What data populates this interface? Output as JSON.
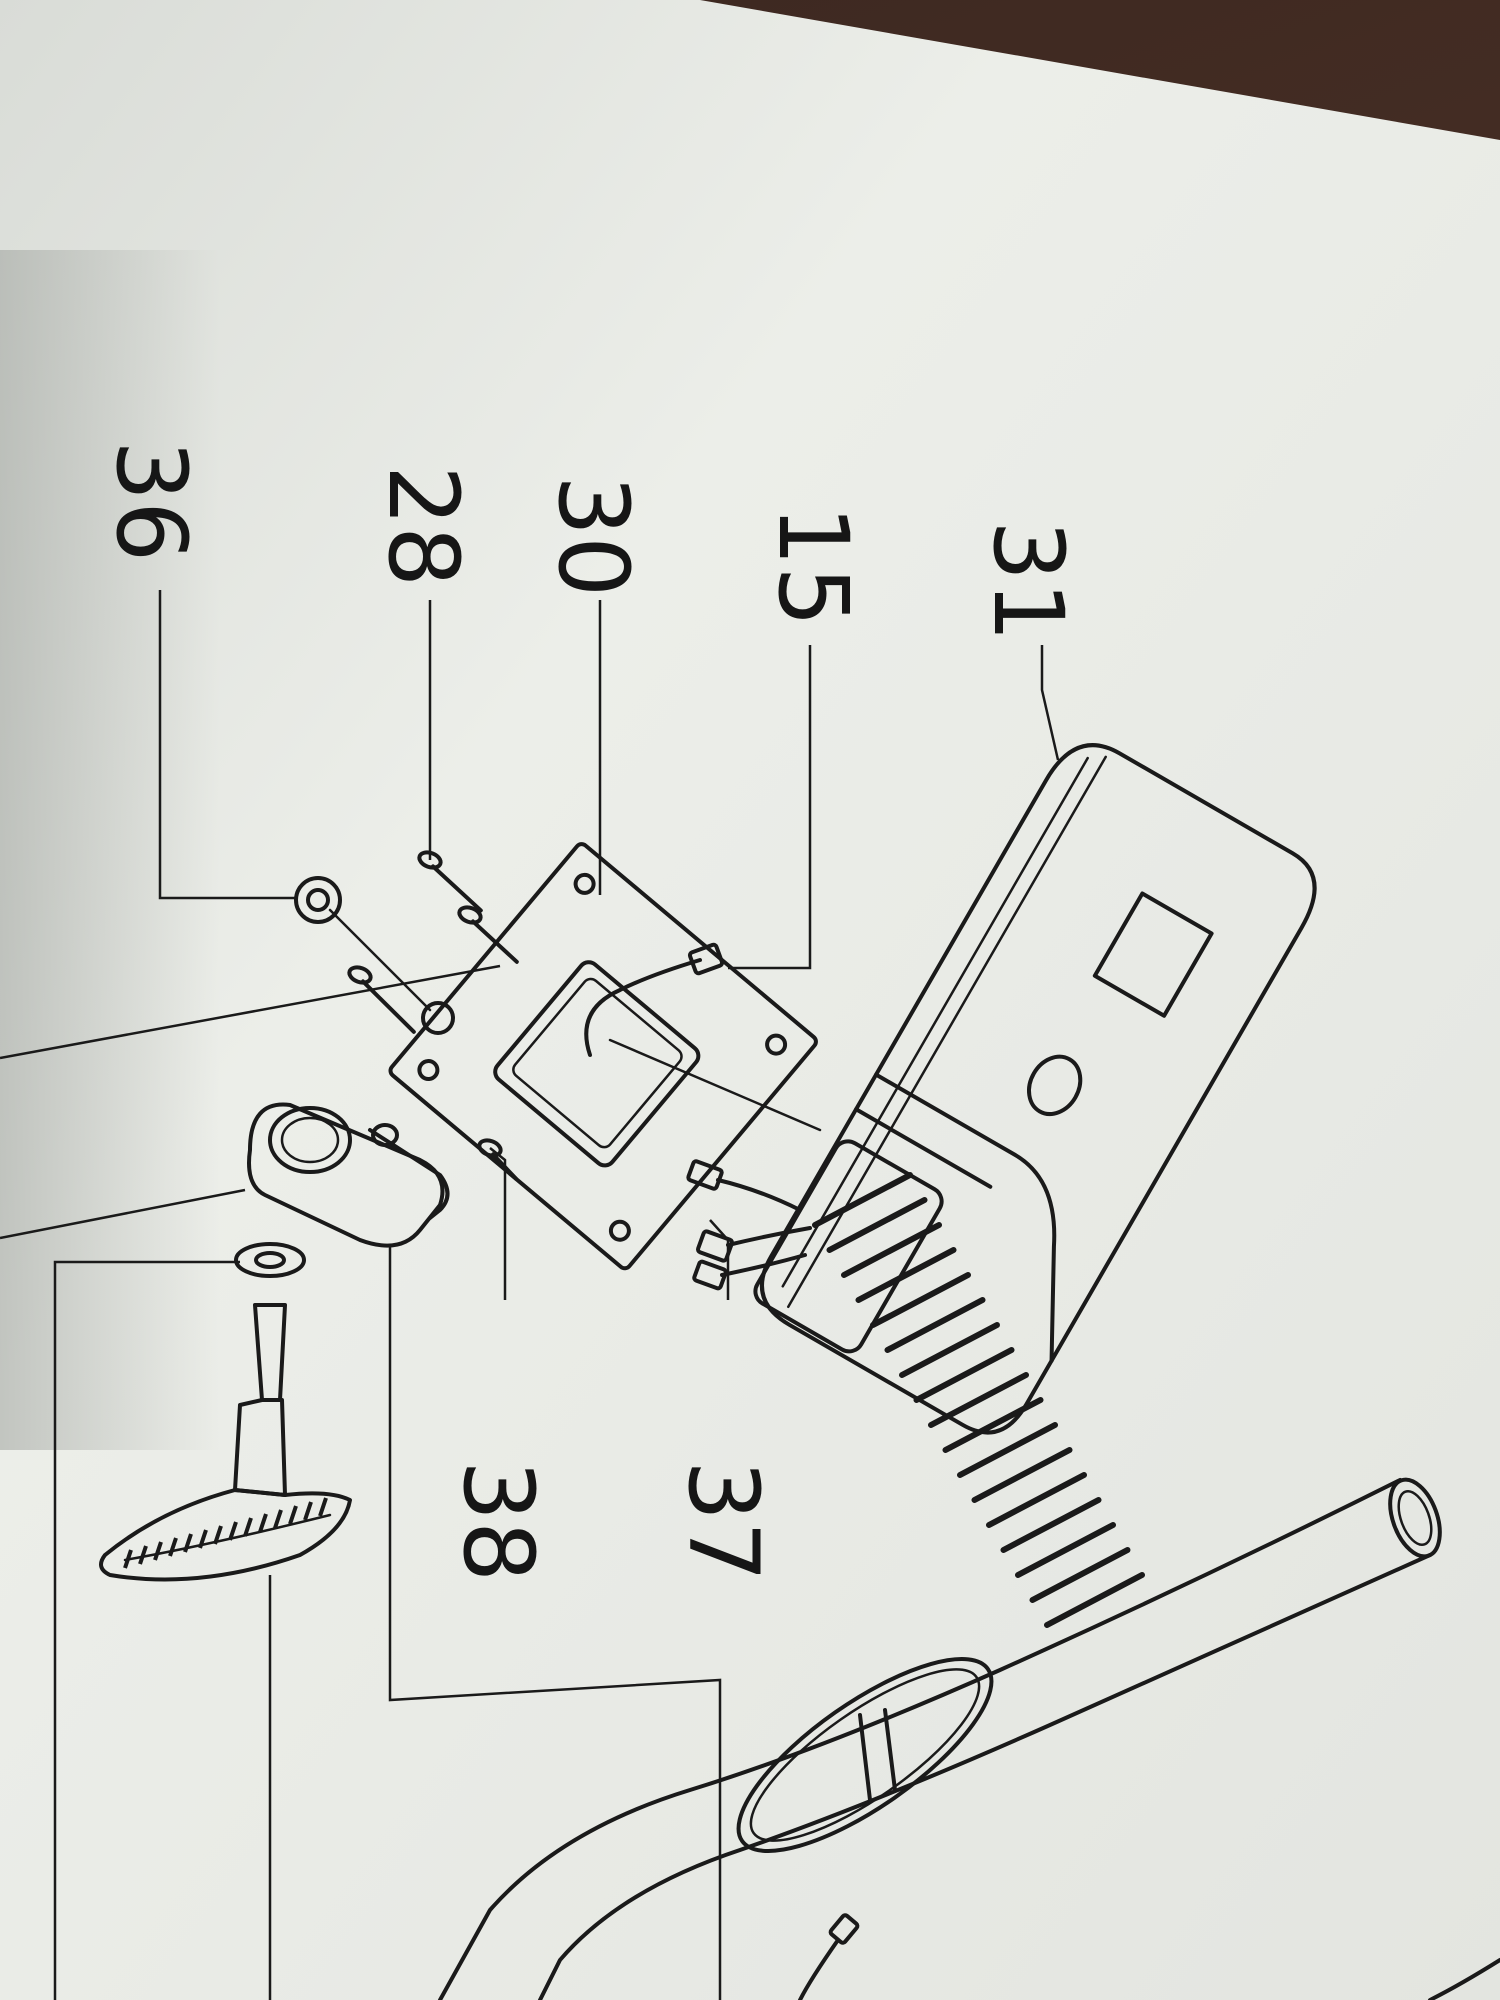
{
  "callouts": {
    "c31": "31",
    "c15": "15",
    "c30": "30",
    "c28": "28",
    "c36": "36",
    "c37": "37",
    "c38": "38"
  },
  "colors": {
    "paper": "#e9ebe7",
    "ink": "#1a1a1a",
    "background": "#4a3026"
  }
}
